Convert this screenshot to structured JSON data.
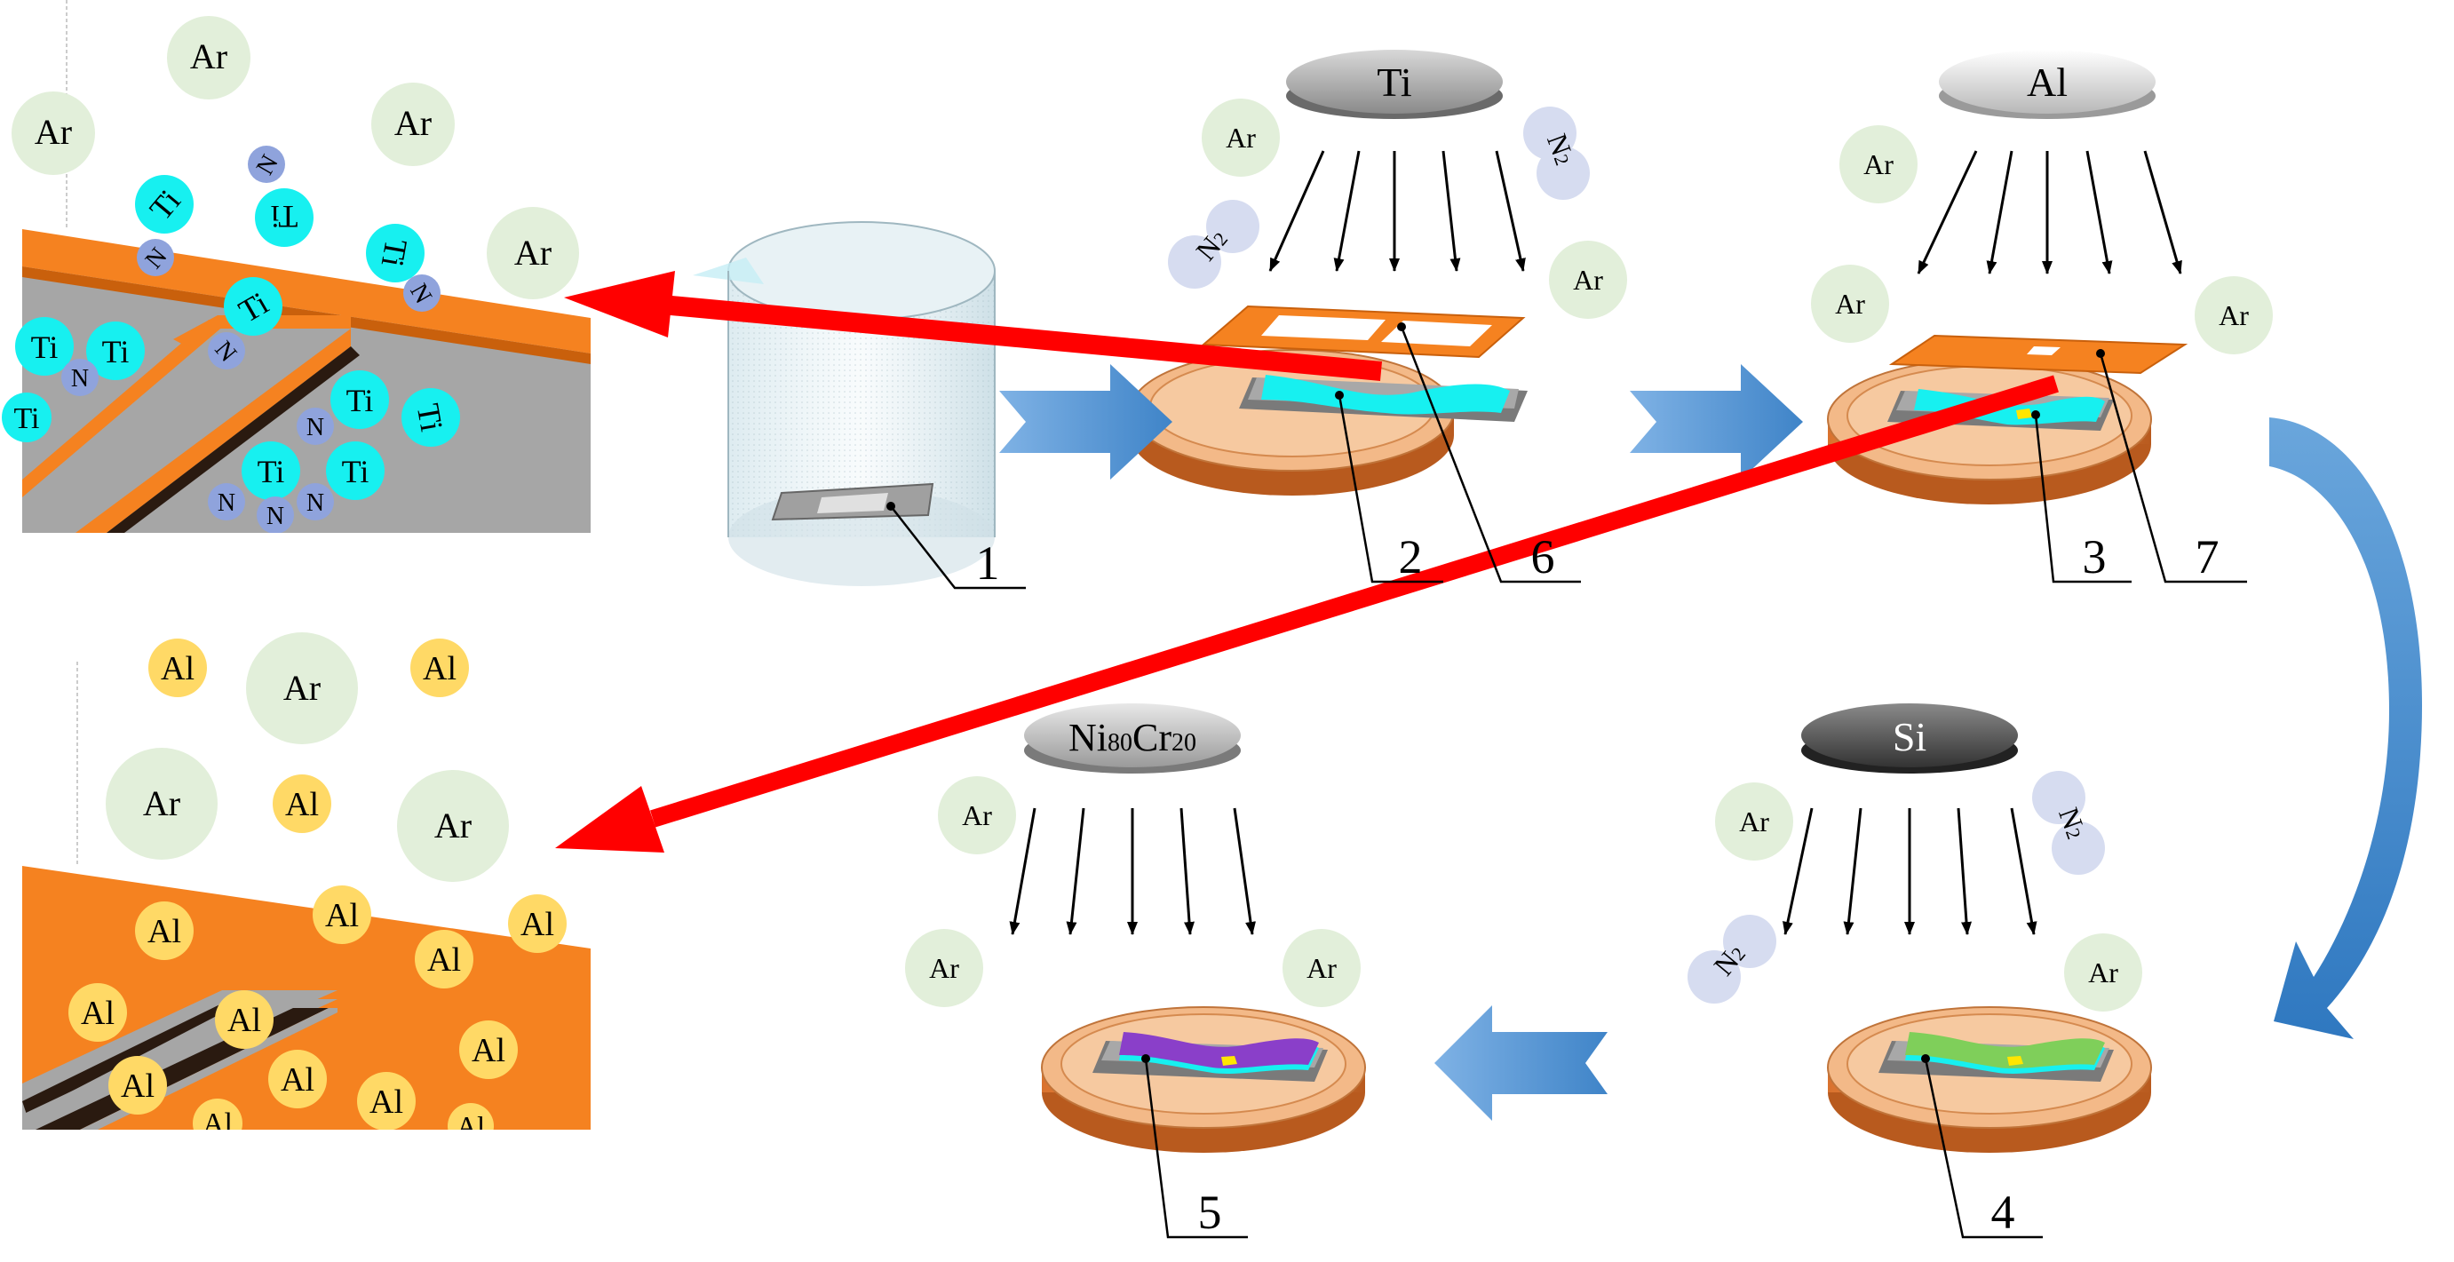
{
  "labels": {
    "ar": "Ar",
    "ti": "Ti",
    "n": "N",
    "al": "Al",
    "n2_main": "N",
    "n2_sub": "2"
  },
  "targets": {
    "ti": "Ti",
    "al": "Al",
    "nicr_ni": "Ni",
    "nicr_ni_sub": "80",
    "nicr_cr": "Cr",
    "nicr_cr_sub": "20",
    "si": "Si"
  },
  "callouts": {
    "c1": "1",
    "c2": "2",
    "c3": "3",
    "c4": "4",
    "c5": "5",
    "c6": "6",
    "c7": "7"
  },
  "colors": {
    "orange": "#f58220",
    "copper": "#f3b988",
    "cyan": "#17f0f0",
    "green": "#7fcf5a",
    "purple": "#8a3fc9",
    "red_arrow": "#ff0000",
    "blue_arrow": "#5b9bd5",
    "ar_fill": "#e2efda",
    "al_fill": "#ffd966",
    "n_fill": "#8fa3dc"
  }
}
